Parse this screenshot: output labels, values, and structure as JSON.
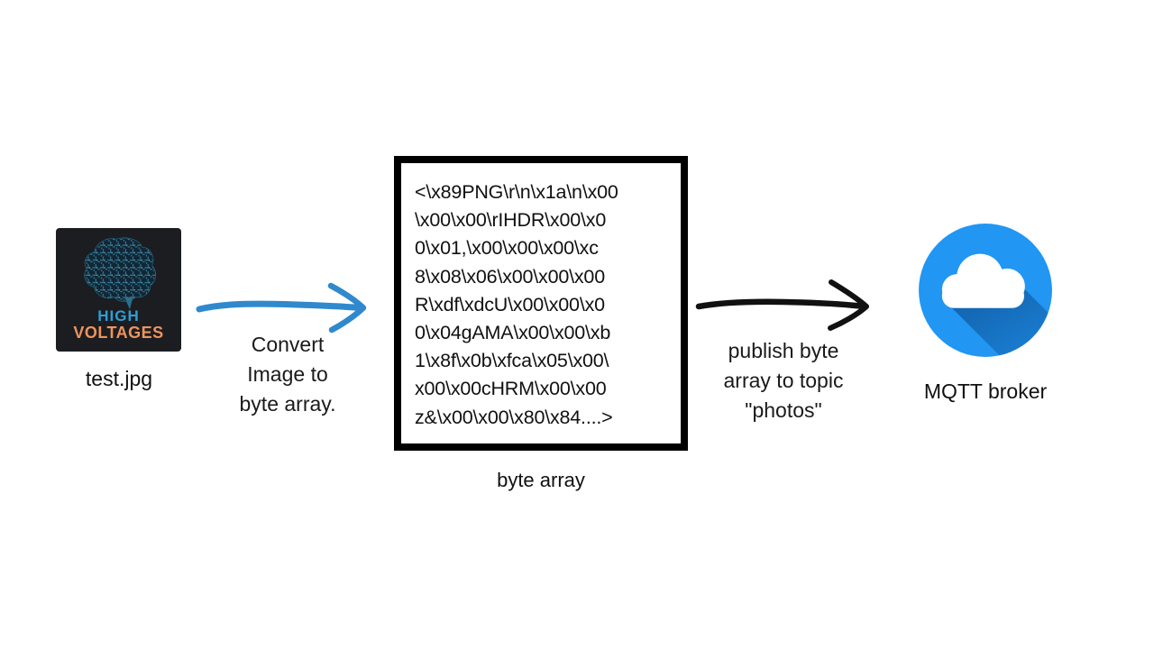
{
  "diagram": {
    "source_image": {
      "label": "test.jpg",
      "logo_title": "HIGH",
      "logo_subtitle": "VOLTAGES",
      "logo_bg": "#1b1d21",
      "logo_title_color": "#2d9fd8",
      "logo_subtitle_color": "#f0935c"
    },
    "arrow1": {
      "color": "#3089cc",
      "label_line1": "Convert",
      "label_line2": "Image to",
      "label_line3": "byte array."
    },
    "byte_box": {
      "border_color": "#000000",
      "caption": "byte array",
      "lines": [
        "<\\x89PNG\\r\\n\\x1a\\n\\x00",
        "\\x00\\x00\\rIHDR\\x00\\x0",
        "0\\x01,\\x00\\x00\\x00\\xc",
        "8\\x08\\x06\\x00\\x00\\x00",
        "R\\xdf\\xdcU\\x00\\x00\\x0",
        "0\\x04gAMA\\x00\\x00\\xb",
        "1\\x8f\\x0b\\xfca\\x05\\x00\\",
        "x00\\x00cHRM\\x00\\x00",
        "z&\\x00\\x00\\x80\\x84....>"
      ]
    },
    "arrow2": {
      "color": "#111111",
      "label_line1": "publish byte",
      "label_line2": "array to topic",
      "label_line3": "\"photos\""
    },
    "broker": {
      "label": "MQTT broker",
      "circle_color": "#2196f3",
      "shadow_color": "#0d4f93",
      "cloud_color": "#ffffff"
    }
  }
}
